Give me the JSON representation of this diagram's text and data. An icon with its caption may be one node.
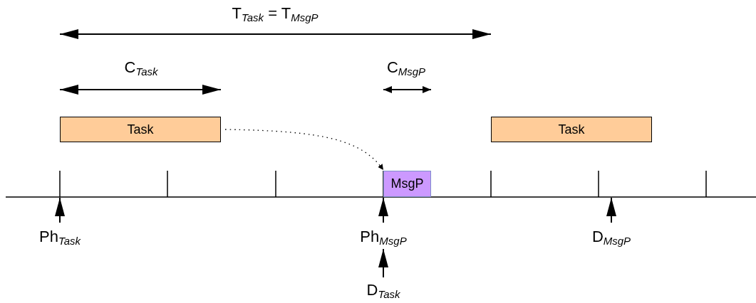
{
  "diagram": {
    "nodes": [
      {
        "text": [
          "Task"
        ]
      },
      {
        "text": [
          "MsgP"
        ]
      },
      {
        "text": [
          "Task"
        ]
      }
    ],
    "edges": [
      {
        "from": 0,
        "to": 1,
        "arrow": "to",
        "style": "dashed"
      }
    ],
    "labels": [
      "T$_{Task}$ = T$_{MsgP}$",
      "C$_{Task}$",
      "C$_{MsgP}$",
      "Ph$_{Task}$",
      "Ph$_{MsgP}$",
      "D$_{MsgP}$",
      "D$_{Task}$"
    ]
  }
}
